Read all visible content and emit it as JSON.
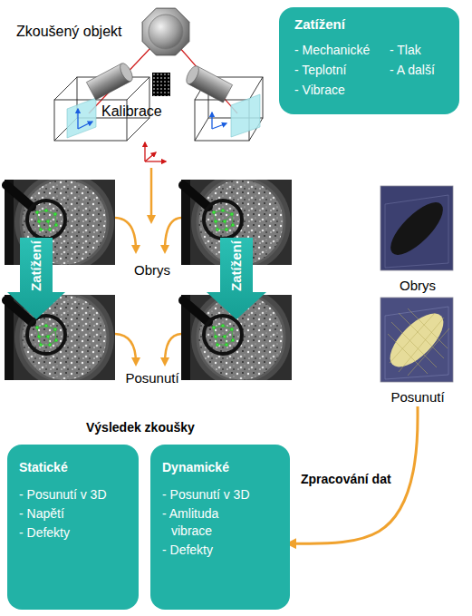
{
  "diagram": {
    "nodes": [
      {
        "text": [
          "Zatížení",
          "- Mechanické",
          "- Teplotní",
          "- Vibrace",
          "- Tlak",
          "- A další"
        ]
      },
      {
        "text": [
          "Obrys"
        ]
      },
      {
        "text": [
          "Posunutí"
        ]
      },
      {
        "text": [
          "Statické",
          "- Posunutí v 3D",
          "- Napětí",
          "- Defekty"
        ]
      },
      {
        "text": [
          "Dynamické",
          "- Posunutí v 3D",
          "- Amlituda vibrace",
          "- Defekty"
        ]
      }
    ],
    "edges": [
      {
        "from": 2,
        "to": 4,
        "arrow": "to",
        "label": "Zpracování dat"
      }
    ],
    "labels": [
      "Zkoušený objekt",
      "Kalibrace",
      "Zatížení",
      "Zatížení",
      "Obrys",
      "Posunutí",
      "Výsledek zkoušky"
    ]
  }
}
